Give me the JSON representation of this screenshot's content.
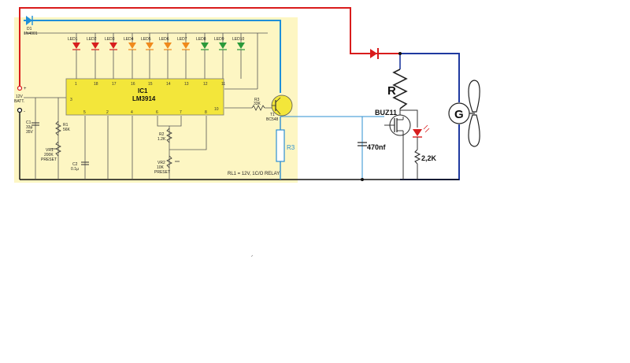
{
  "diagram": {
    "ic": {
      "designator": "IC1",
      "part": "LM3914",
      "top_pins": [
        "1",
        "18",
        "17",
        "16",
        "15",
        "14",
        "13",
        "12",
        "11"
      ],
      "left_pin": "3",
      "right_pin": "10",
      "bottom_pins": [
        "5",
        "2",
        "4",
        "6",
        "7",
        "8"
      ]
    },
    "leds": [
      "LED1",
      "LED2",
      "LED3",
      "LED4",
      "LED5",
      "LED6",
      "LED7",
      "LED8",
      "LED9",
      "LED10"
    ],
    "led_colors": [
      "#d81e1e",
      "#d81e1e",
      "#d81e1e",
      "#f08a1c",
      "#f08a1c",
      "#f08a1c",
      "#f08a1c",
      "#2a9a3a",
      "#2a9a3a",
      "#2a9a3a"
    ],
    "diode_d1": {
      "ref": "D1",
      "part": "1N4001"
    },
    "battery": {
      "plus": "+",
      "minus": "-",
      "line1": "12V",
      "line2": "BATT."
    },
    "c1": {
      "ref": "C1",
      "value": "33µ",
      "voltage": "35V"
    },
    "r1": {
      "ref": "R1",
      "value": "56K"
    },
    "vr1": {
      "ref": "VR1",
      "value": "200K",
      "type": "PRESET"
    },
    "c2": {
      "ref": "C2",
      "value": "0.1µ"
    },
    "r2": {
      "ref": "R2",
      "value": "1.2K"
    },
    "vr2": {
      "ref": "VR2",
      "value": "10K",
      "type": "PRESET"
    },
    "r3_top": {
      "ref": "R3",
      "value": "33K"
    },
    "t1": {
      "ref": "T1",
      "part": "BC548"
    },
    "relay_note": "RL1 = 12V, 1C/O RELAY",
    "r3_label": "R3",
    "cap_label": "470nf",
    "mosfet_label": "BUZ11",
    "r_label": "R",
    "led_res_label": "2,2K",
    "gen_label": "G",
    "colors": {
      "panel": "#fdf6c3",
      "ic": "#f3e63a",
      "red_wire": "#d91c1c",
      "blue_wire": "#1f3aa0",
      "cyan_wire": "#2e8fd1",
      "black": "#111111"
    }
  }
}
